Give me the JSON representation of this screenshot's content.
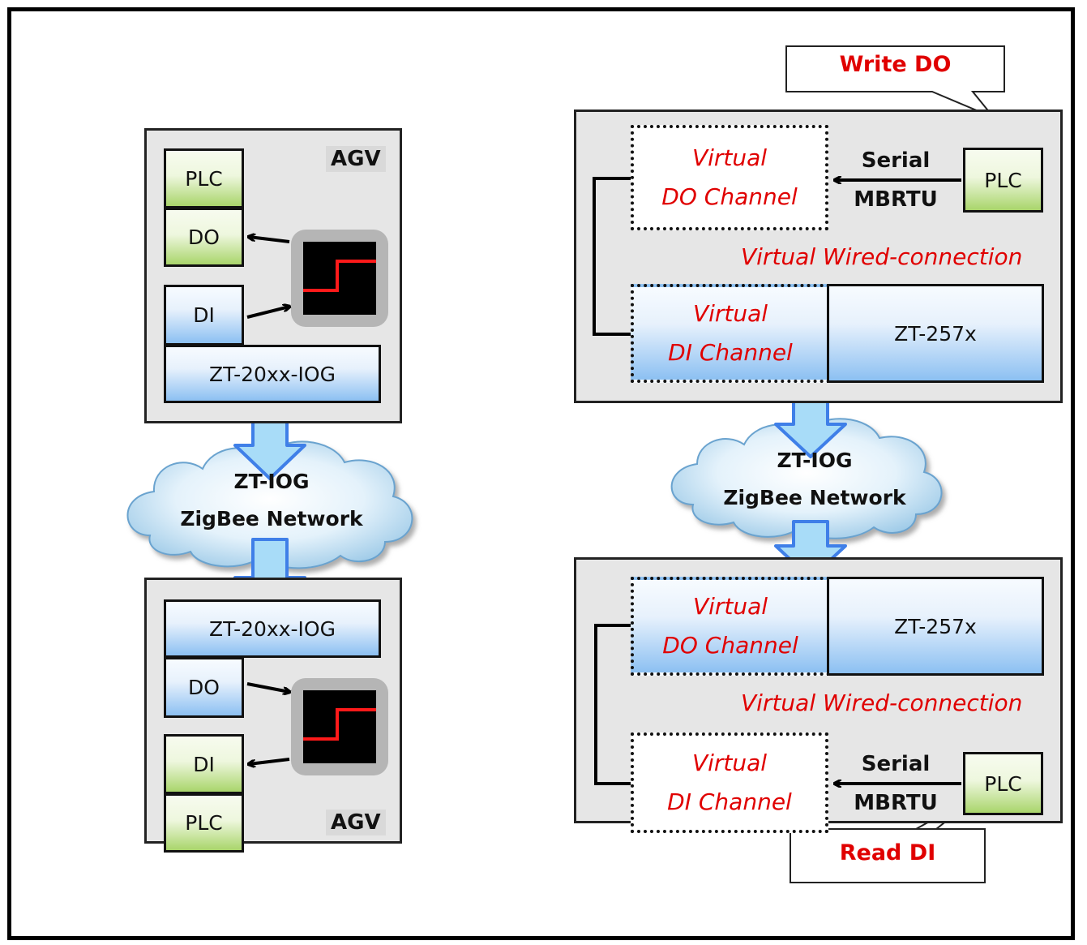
{
  "left": {
    "top_unit": {
      "tag": "AGV",
      "plc": "PLC",
      "do": "DO",
      "di": "DI",
      "module": "ZT-20xx-IOG"
    },
    "network": {
      "line1": "ZT-IOG",
      "line2": "ZigBee Network"
    },
    "bottom_unit": {
      "tag": "AGV",
      "module": "ZT-20xx-IOG",
      "do": "DO",
      "di": "DI",
      "plc": "PLC"
    }
  },
  "right": {
    "callout_top": "Write DO",
    "top_unit": {
      "virtual_do": {
        "line1": "Virtual",
        "line2": "DO Channel"
      },
      "serial_line1": "Serial",
      "serial_line2": "MBRTU",
      "plc": "PLC",
      "wired": "Virtual Wired-connection",
      "virtual_di": {
        "line1": "Virtual",
        "line2": "DI Channel"
      },
      "module": "ZT-257x"
    },
    "network": {
      "line1": "ZT-IOG",
      "line2": "ZigBee Network"
    },
    "bottom_unit": {
      "virtual_do": {
        "line1": "Virtual",
        "line2": "DO Channel"
      },
      "module": "ZT-257x",
      "wired": "Virtual Wired-connection",
      "virtual_di": {
        "line1": "Virtual",
        "line2": "DI Channel"
      },
      "serial_line1": "Serial",
      "serial_line2": "MBRTU",
      "plc": "PLC"
    },
    "callout_bottom": "Read DI"
  },
  "colors": {
    "accent_red": "#e00000",
    "panel_gray": "#e6e6e6",
    "arrow_blue": "#3f7fe8",
    "arrow_fill": "#a8dcf8",
    "cloud_fill": "#cfe7f6"
  }
}
